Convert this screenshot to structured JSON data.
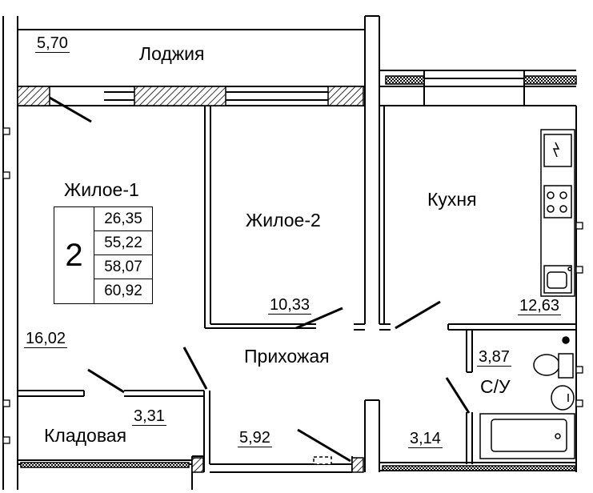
{
  "rooms": {
    "loggia": {
      "name": "Лоджия",
      "area": "5,70"
    },
    "living1": {
      "name": "Жилое-1",
      "area": "16,02"
    },
    "living2": {
      "name": "Жилое-2",
      "area": "10,33"
    },
    "kitchen": {
      "name": "Кухня",
      "area": "12,63"
    },
    "hallway": {
      "name": "Прихожая",
      "area": "5,92"
    },
    "storage": {
      "name": "Кладовая",
      "area": "3,31"
    },
    "bathroom": {
      "name": "С/У",
      "area": "3,87"
    },
    "corridor": {
      "area": "3,14"
    }
  },
  "summary": {
    "rooms_count": "2",
    "areas": [
      "26,35",
      "55,22",
      "58,07",
      "60,92"
    ]
  },
  "colors": {
    "line": "#000000",
    "background": "#ffffff"
  }
}
